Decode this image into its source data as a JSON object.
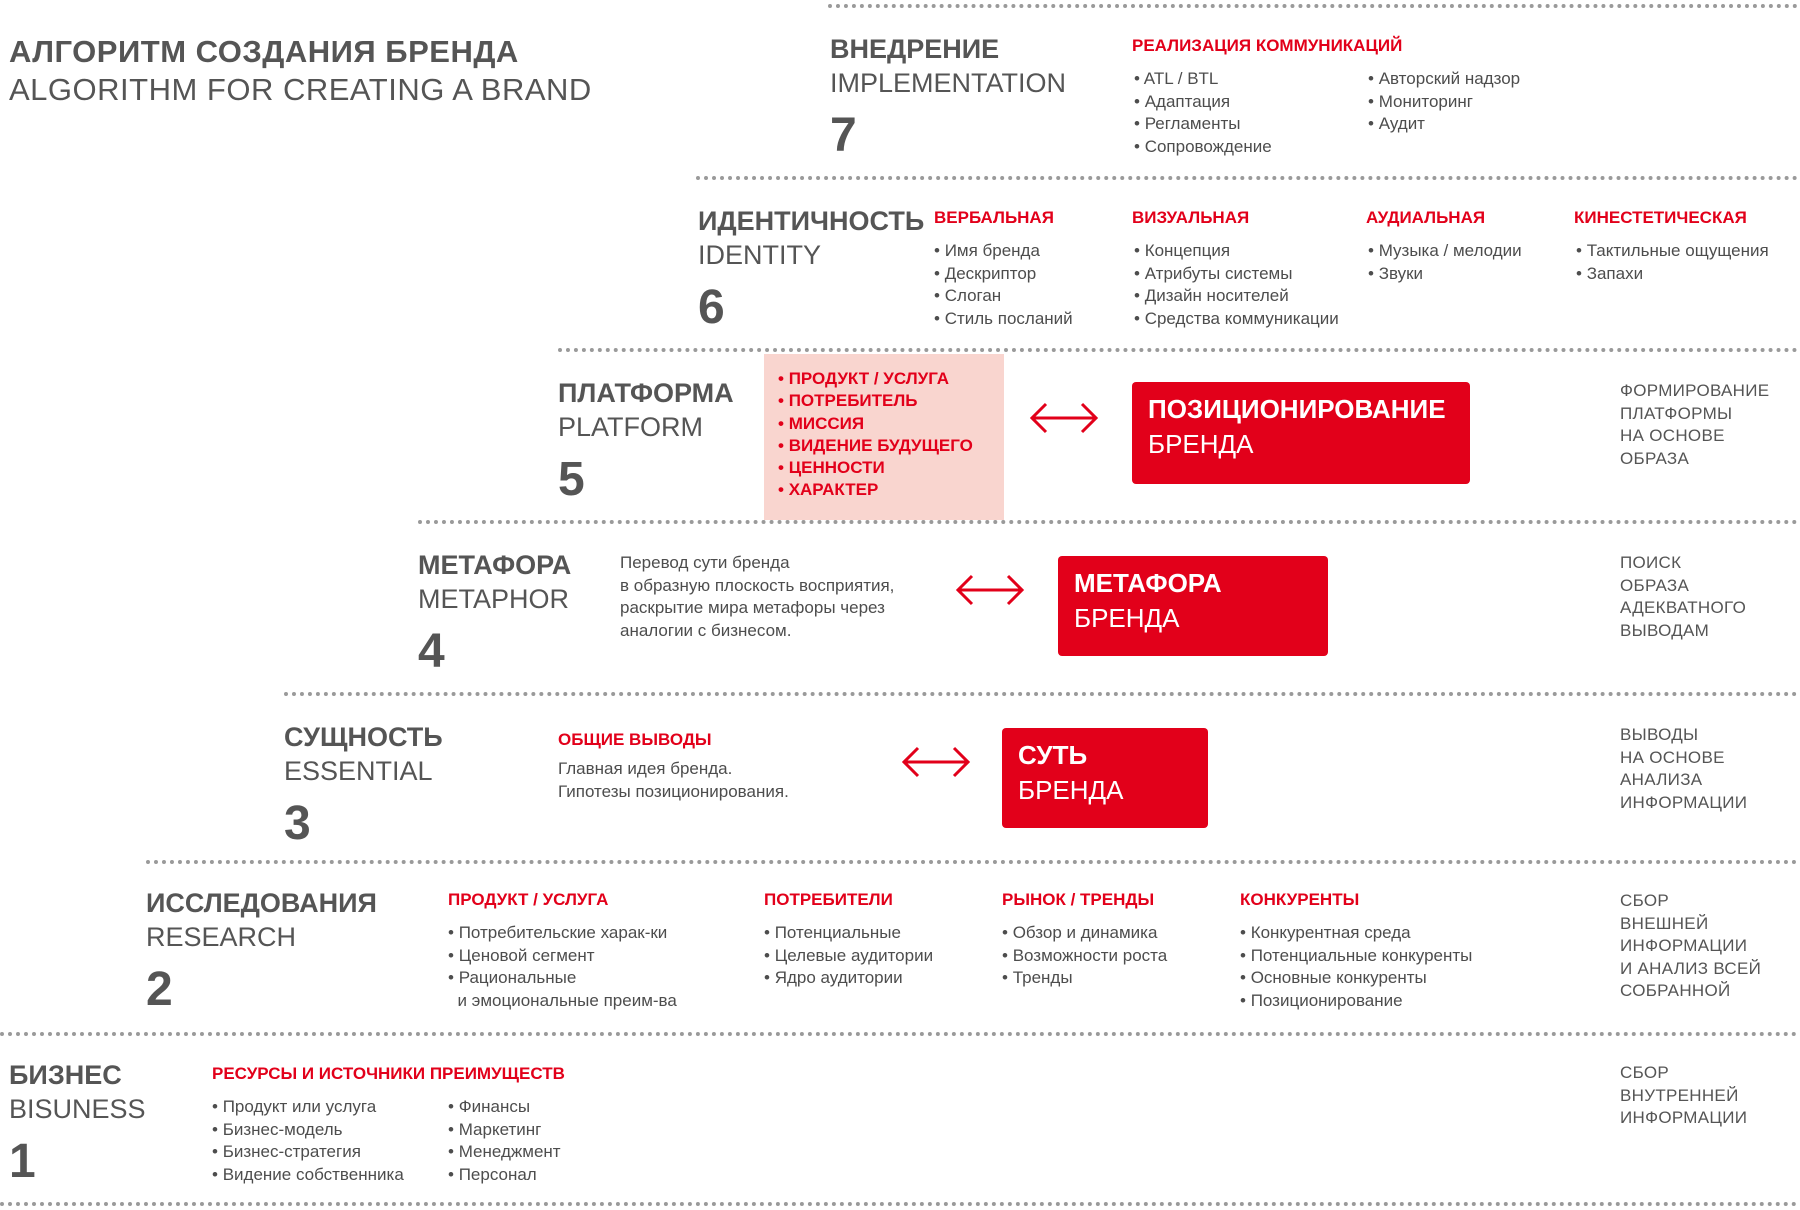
{
  "title": {
    "ru": "АЛГОРИТМ СОЗДАНИЯ БРЕНДА",
    "en": "ALGORITHM FOR CREATING A BRAND"
  },
  "stages": {
    "implementation": {
      "ru": "ВНЕДРЕНИЕ",
      "en": "IMPLEMENTATION",
      "num": "7",
      "heading": "РЕАЛИЗАЦИЯ КОММУНИКАЦИЙ",
      "col1": [
        "ATL / BTL",
        "Адаптация",
        "Регламенты",
        "Сопровождение"
      ],
      "col2": [
        "Авторский надзор",
        "Мониторинг",
        "Аудит"
      ]
    },
    "identity": {
      "ru": "ИДЕНТИЧНОСТЬ",
      "en": "IDENTITY",
      "num": "6",
      "groups": [
        {
          "heading": "ВЕРБАЛЬНАЯ",
          "items": [
            "Имя бренда",
            "Дескриптор",
            "Слоган",
            "Стиль посланий"
          ]
        },
        {
          "heading": "ВИЗУАЛЬНАЯ",
          "items": [
            "Концепция",
            "Атрибуты системы",
            "Дизайн носителей",
            "Средства коммуникации"
          ]
        },
        {
          "heading": "АУДИАЛЬНАЯ",
          "items": [
            "Музыка / мелодии",
            "Звуки"
          ]
        },
        {
          "heading": "КИНЕСТЕТИЧЕСКАЯ",
          "items": [
            "Тактильные ощущения",
            "Запахи"
          ]
        }
      ]
    },
    "platform": {
      "ru": "ПЛАТФОРМА",
      "en": "PLATFORM",
      "num": "5",
      "items": [
        "ПРОДУКТ / УСЛУГА",
        "ПОТРЕБИТЕЛЬ",
        "МИССИЯ",
        "ВИДЕНИЕ БУДУЩЕГО",
        "ЦЕННОСТИ",
        "ХАРАКТЕР"
      ],
      "box": {
        "line1": "ПОЗИЦИОНИРОВАНИЕ",
        "line2": "БРЕНДА"
      },
      "note": [
        "ФОРМИРОВАНИЕ",
        "ПЛАТФОРМЫ",
        "НА ОСНОВЕ",
        "ОБРАЗА"
      ]
    },
    "metaphor": {
      "ru": "МЕТАФОРА",
      "en": "METAPHOR",
      "num": "4",
      "text": [
        "Перевод сути бренда",
        "в образную плоскость восприятия,",
        "раскрытие мира метафоры через",
        "аналогии с бизнесом."
      ],
      "box": {
        "line1": "МЕТАФОРА",
        "line2": "БРЕНДА"
      },
      "note": [
        "ПОИСК",
        "ОБРАЗА",
        "АДЕКВАТНОГО",
        "ВЫВОДАМ"
      ]
    },
    "essential": {
      "ru": "СУЩНОСТЬ",
      "en": "ESSENTIAL",
      "num": "3",
      "heading": "ОБЩИЕ ВЫВОДЫ",
      "text": [
        "Главная идея бренда.",
        "Гипотезы позиционирования."
      ],
      "box": {
        "line1": "СУТЬ",
        "line2": "БРЕНДА"
      },
      "note": [
        "ВЫВОДЫ",
        "НА ОСНОВЕ",
        "АНАЛИЗА",
        "ИНФОРМАЦИИ"
      ]
    },
    "research": {
      "ru": "ИССЛЕДОВАНИЯ",
      "en": "RESEARCH",
      "num": "2",
      "groups": [
        {
          "heading": "ПРОДУКТ / УСЛУГА",
          "items": [
            "Потребительские харак-ки",
            "Ценовой сегмент",
            "Рациональные",
            "и эмоциональные преим-ва"
          ]
        },
        {
          "heading": "ПОТРЕБИТЕЛИ",
          "items": [
            "Потенциальные",
            "Целевые аудитории",
            "Ядро аудитории"
          ]
        },
        {
          "heading": "РЫНОК / ТРЕНДЫ",
          "items": [
            "Обзор и динамика",
            "Возможности роста",
            "Тренды"
          ]
        },
        {
          "heading": "КОНКУРЕНТЫ",
          "items": [
            "Конкурентная среда",
            "Потенциальные конкуренты",
            "Основные конкуренты",
            "Позиционирование"
          ]
        }
      ],
      "note": [
        "СБОР",
        "ВНЕШНЕЙ",
        "ИНФОРМАЦИИ",
        "И АНАЛИЗ ВСЕЙ",
        "СОБРАННОЙ"
      ]
    },
    "business": {
      "ru": "БИЗНЕС",
      "en": "BISUNESS",
      "num": "1",
      "heading": "РЕСУРСЫ И ИСТОЧНИКИ ПРЕИМУЩЕСТВ",
      "col1": [
        "Продукт или услуга",
        "Бизнес-модель",
        "Бизнес-стратегия",
        "Видение собственника"
      ],
      "col2": [
        "Финансы",
        "Маркетинг",
        "Менеджмент",
        "Персонал"
      ],
      "note": [
        "СБОР",
        "ВНУТРЕННЕЙ",
        "ИНФОРМАЦИИ"
      ]
    }
  },
  "colors": {
    "accent": "#e2001a",
    "pink": "#f9d5cf",
    "text": "#4d4d4d",
    "dots": "#9a9a9a"
  }
}
